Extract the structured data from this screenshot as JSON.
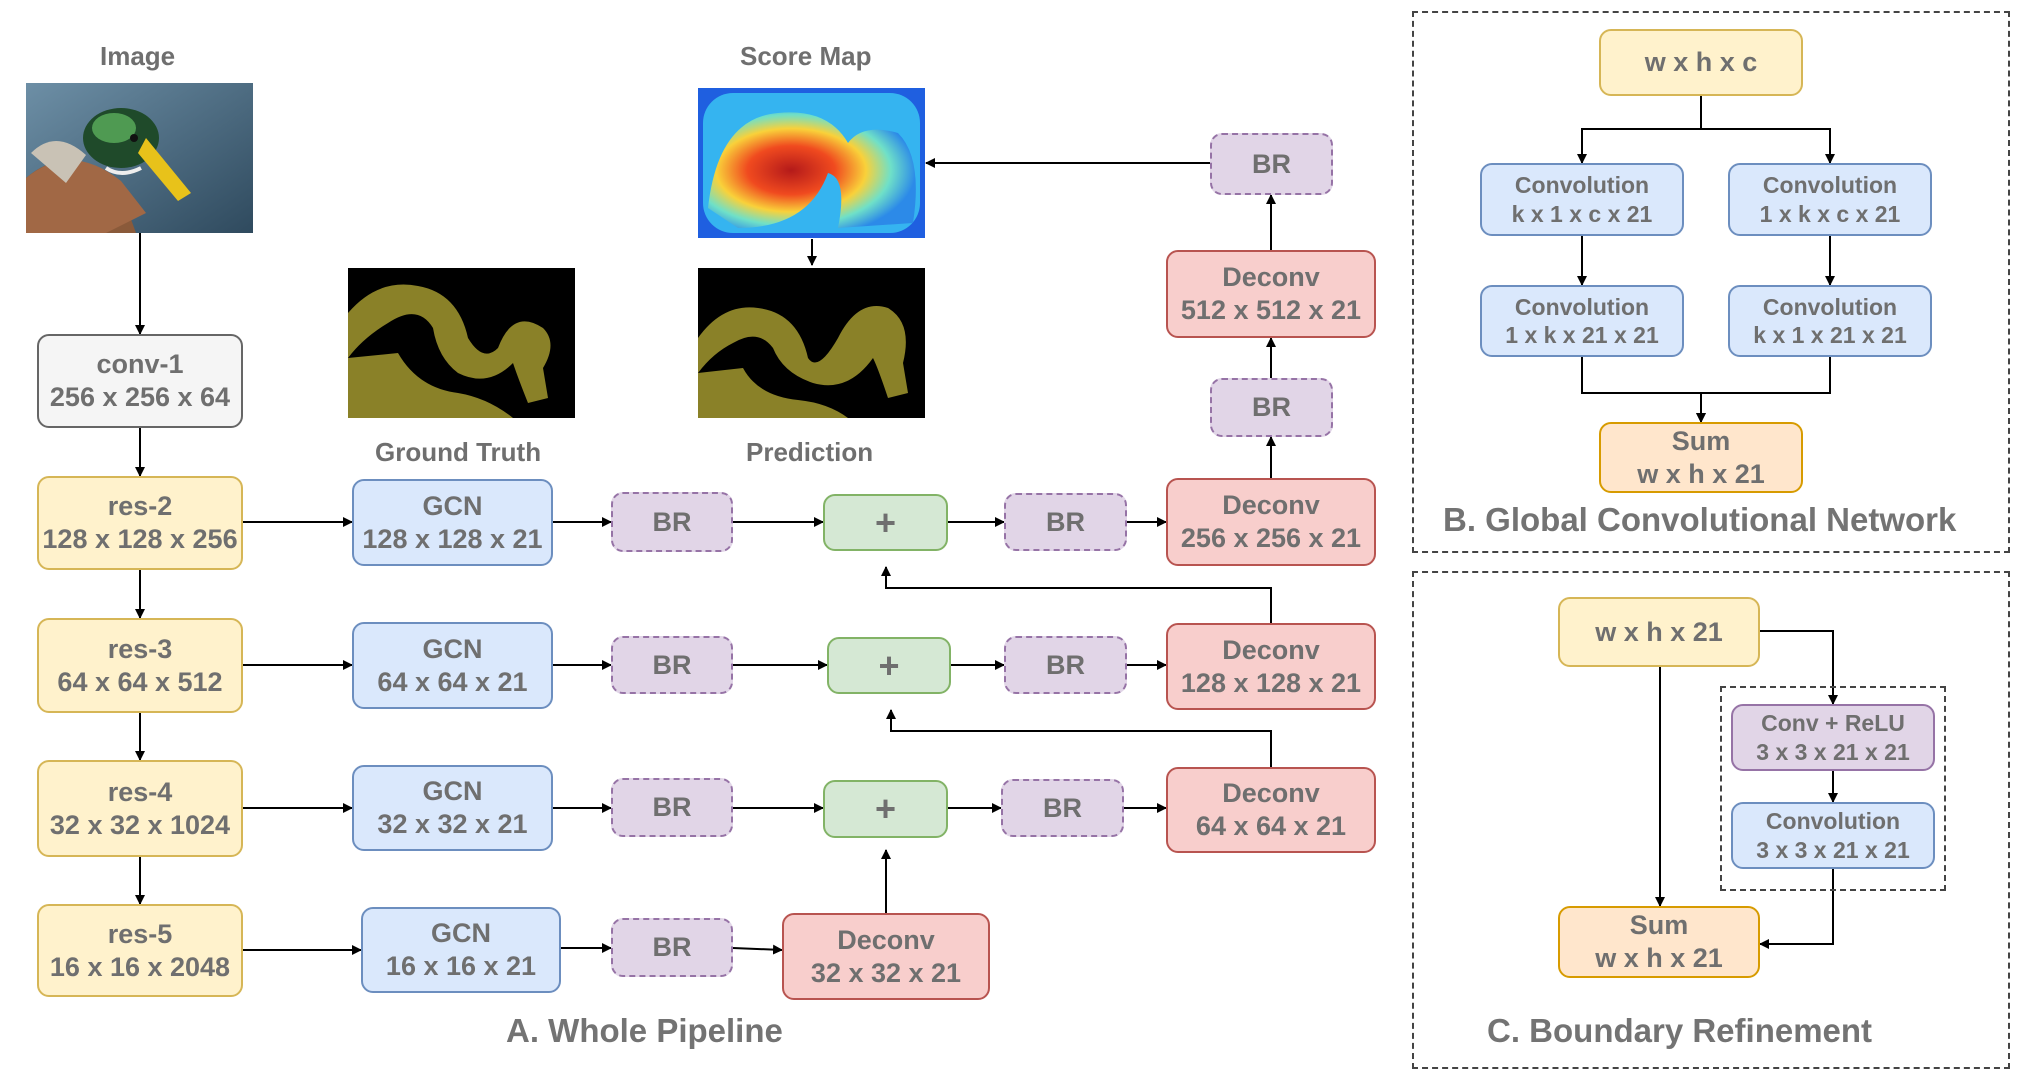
{
  "labels": {
    "image": "Image",
    "score_map": "Score Map",
    "ground_truth": "Ground Truth",
    "prediction": "Prediction"
  },
  "captions": {
    "pipeline": "A. Whole Pipeline",
    "gcn": "B. Global Convolutional Network",
    "br": "C. Boundary Refinement"
  },
  "pipeline": {
    "conv1": {
      "name": "conv-1",
      "dims": "256 x 256 x 64"
    },
    "res2": {
      "name": "res-2",
      "dims": "128 x 128 x 256"
    },
    "res3": {
      "name": "res-3",
      "dims": "64 x 64 x 512"
    },
    "res4": {
      "name": "res-4",
      "dims": "32 x 32 x 1024"
    },
    "res5": {
      "name": "res-5",
      "dims": "16 x 16 x 2048"
    },
    "gcn1": {
      "name": "GCN",
      "dims": "128 x 128 x 21"
    },
    "gcn2": {
      "name": "GCN",
      "dims": "64 x 64 x 21"
    },
    "gcn3": {
      "name": "GCN",
      "dims": "32 x 32 x 21"
    },
    "gcn4": {
      "name": "GCN",
      "dims": "16 x 16 x 21"
    },
    "br": "BR",
    "plus": "+",
    "deconv_512": {
      "name": "Deconv",
      "dims": "512 x 512 x 21"
    },
    "deconv_256": {
      "name": "Deconv",
      "dims": "256 x 256 x 21"
    },
    "deconv_128": {
      "name": "Deconv",
      "dims": "128 x 128 x 21"
    },
    "deconv_64": {
      "name": "Deconv",
      "dims": "64 x 64 x 21"
    },
    "deconv_32": {
      "name": "Deconv",
      "dims": "32 x 32 x 21"
    }
  },
  "gcn_block": {
    "input": "w x h x c",
    "conv_a1": {
      "name": "Convolution",
      "dims": "k x 1 x c x 21"
    },
    "conv_b1": {
      "name": "Convolution",
      "dims": "1 x k x c x 21"
    },
    "conv_a2": {
      "name": "Convolution",
      "dims": "1 x k x 21 x 21"
    },
    "conv_b2": {
      "name": "Convolution",
      "dims": "k x 1 x 21 x 21"
    },
    "sum": {
      "name": "Sum",
      "dims": "w x h x 21"
    }
  },
  "br_block": {
    "input": "w x h x 21",
    "conv_relu": {
      "name": "Conv + ReLU",
      "dims": "3 x 3 x 21 x 21"
    },
    "conv": {
      "name": "Convolution",
      "dims": "3 x 3 x 21 x 21"
    },
    "sum": {
      "name": "Sum",
      "dims": "w x h x 21"
    }
  }
}
